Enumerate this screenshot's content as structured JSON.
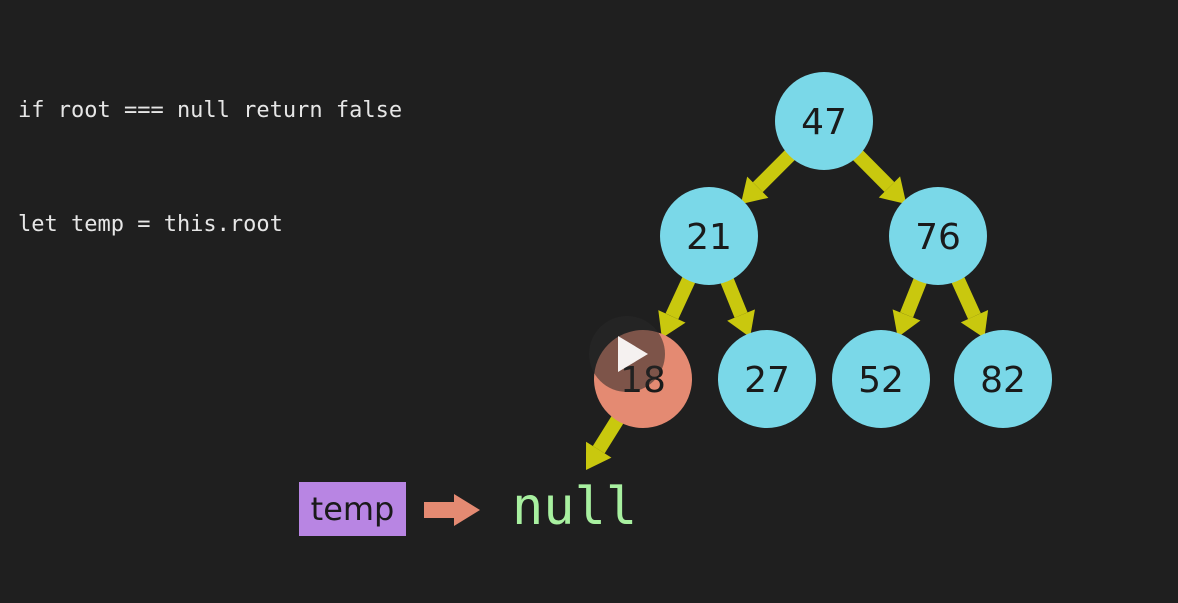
{
  "code": {
    "lines": [
      "if root === null return false",
      "let temp = this.root"
    ]
  },
  "tree": {
    "nodes": [
      {
        "id": "n47",
        "value": "47",
        "highlight": false
      },
      {
        "id": "n21",
        "value": "21",
        "highlight": false
      },
      {
        "id": "n76",
        "value": "76",
        "highlight": false
      },
      {
        "id": "n18",
        "value": "18",
        "highlight": true
      },
      {
        "id": "n27",
        "value": "27",
        "highlight": false
      },
      {
        "id": "n52",
        "value": "52",
        "highlight": false
      },
      {
        "id": "n82",
        "value": "82",
        "highlight": false
      }
    ],
    "edges": [
      {
        "from": "n47",
        "to": "n21"
      },
      {
        "from": "n47",
        "to": "n76"
      },
      {
        "from": "n21",
        "to": "n18"
      },
      {
        "from": "n21",
        "to": "n27"
      },
      {
        "from": "n76",
        "to": "n52"
      },
      {
        "from": "n76",
        "to": "n82"
      },
      {
        "from": "n18",
        "to": "null-slot"
      }
    ],
    "colors": {
      "node": "#7ad8e8",
      "highlight": "#e48a72",
      "edge": "#c9c80e"
    }
  },
  "pointer": {
    "label": "temp",
    "target": "null",
    "box_color": "#b885e3",
    "arrow_color": "#e48a72",
    "target_color": "#a8f0a0"
  },
  "video": {
    "play_icon": "play-icon"
  }
}
